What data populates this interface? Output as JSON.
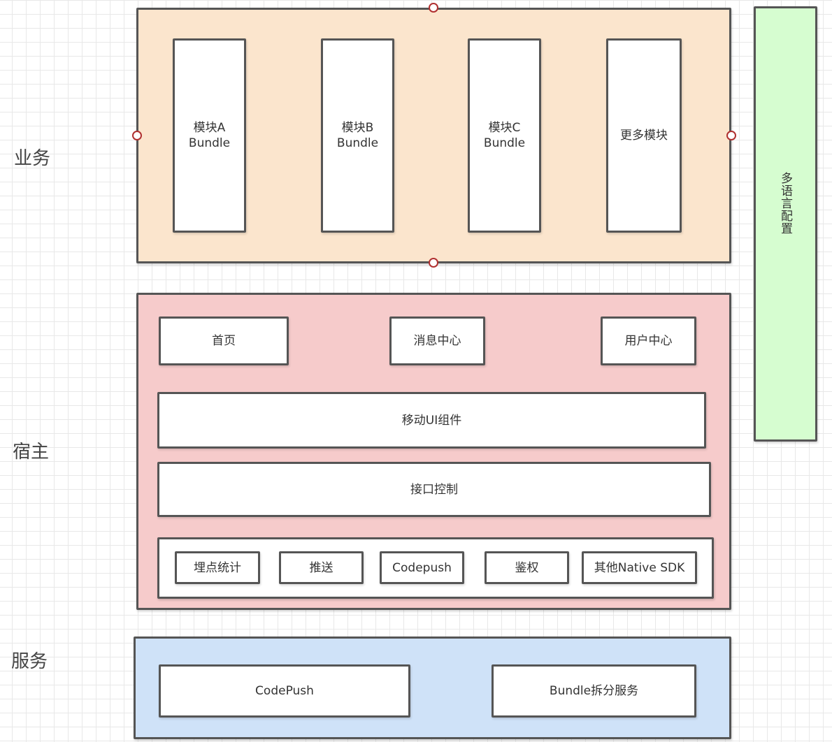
{
  "colors": {
    "business_fill": "#fbe5cd",
    "host_fill": "#f6cbcb",
    "service_fill": "#cfe2f8",
    "i18n_fill": "#d6fdd0",
    "border": "#555555",
    "handle": "#b03030"
  },
  "lanes": {
    "business": "业务",
    "host": "宿主",
    "service": "服务"
  },
  "business": {
    "modules": [
      "模块A\nBundle",
      "模块B\nBundle",
      "模块C\nBundle",
      "更多模块"
    ]
  },
  "host": {
    "pages": [
      "首页",
      "消息中心",
      "用户中心"
    ],
    "ui_components": "移动UI组件",
    "api_control": "接口控制",
    "sdks": [
      "埋点统计",
      "推送",
      "Codepush",
      "鉴权",
      "其他Native SDK"
    ]
  },
  "service": {
    "items": [
      "CodePush",
      "Bundle拆分服务"
    ]
  },
  "i18n": {
    "label": "多语言配置"
  }
}
